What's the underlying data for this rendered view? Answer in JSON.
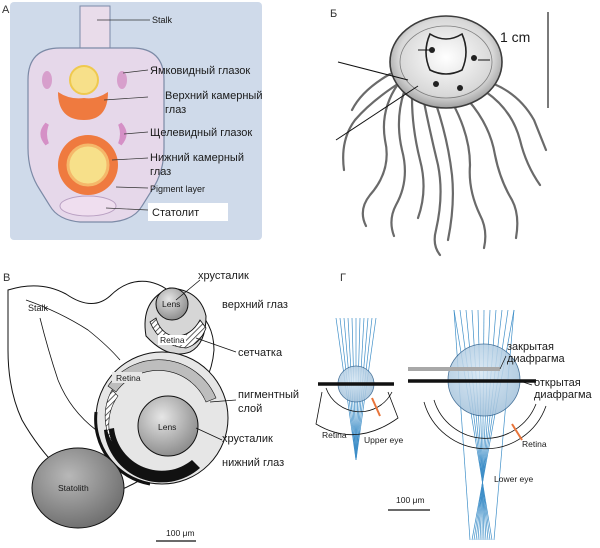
{
  "panels": {
    "A": "А",
    "B": "Б",
    "V": "В",
    "G": "Г"
  },
  "panel_a": {
    "stalk": "Stalk",
    "pit_eye": "Ямковидный глазок",
    "upper_eye_l1": "Верхний камерный",
    "upper_eye_l2": "глаз",
    "slit_eye": "Щелевидный глазок",
    "lower_eye_l1": "Нижний камерный",
    "lower_eye_l2": "глаз",
    "pigment": "Pigment layer",
    "statolith": "Статолит"
  },
  "panel_b": {
    "scale": "1 cm"
  },
  "panel_v": {
    "stalk": "Stalk",
    "lens_upper": "Lens",
    "retina_upper": "Retina",
    "retina_lower": "Retina",
    "lens_lower": "Lens",
    "statolith": "Statolith",
    "lbl_lens_top": "хрусталик",
    "lbl_upper_eye": "верхний глаз",
    "lbl_retina": "сетчатка",
    "lbl_pigment_l1": "пигментный",
    "lbl_pigment_l2": "слой",
    "lbl_lens_bottom": "хрусталик",
    "lbl_lower_eye": "нижний глаз",
    "scale": "100 μm"
  },
  "panel_g": {
    "retina_left": "Retina",
    "upper_eye": "Upper eye",
    "closed_l1": "закрытая",
    "closed_l2": "диафрагма",
    "open_l1": "открытая",
    "open_l2": "диафрагма",
    "retina_right": "Retina",
    "lower_eye": "Lower eye",
    "scale": "100 μm"
  },
  "colors": {
    "rhopalium_bg": "#cfdaea",
    "body_fill": "#e7d9ea",
    "lens_yellow": "#f6e48a",
    "eye_orange": "#ee7a3e",
    "pit_pink": "#d9a0cc",
    "ray_blue": "#3f8fc8"
  }
}
